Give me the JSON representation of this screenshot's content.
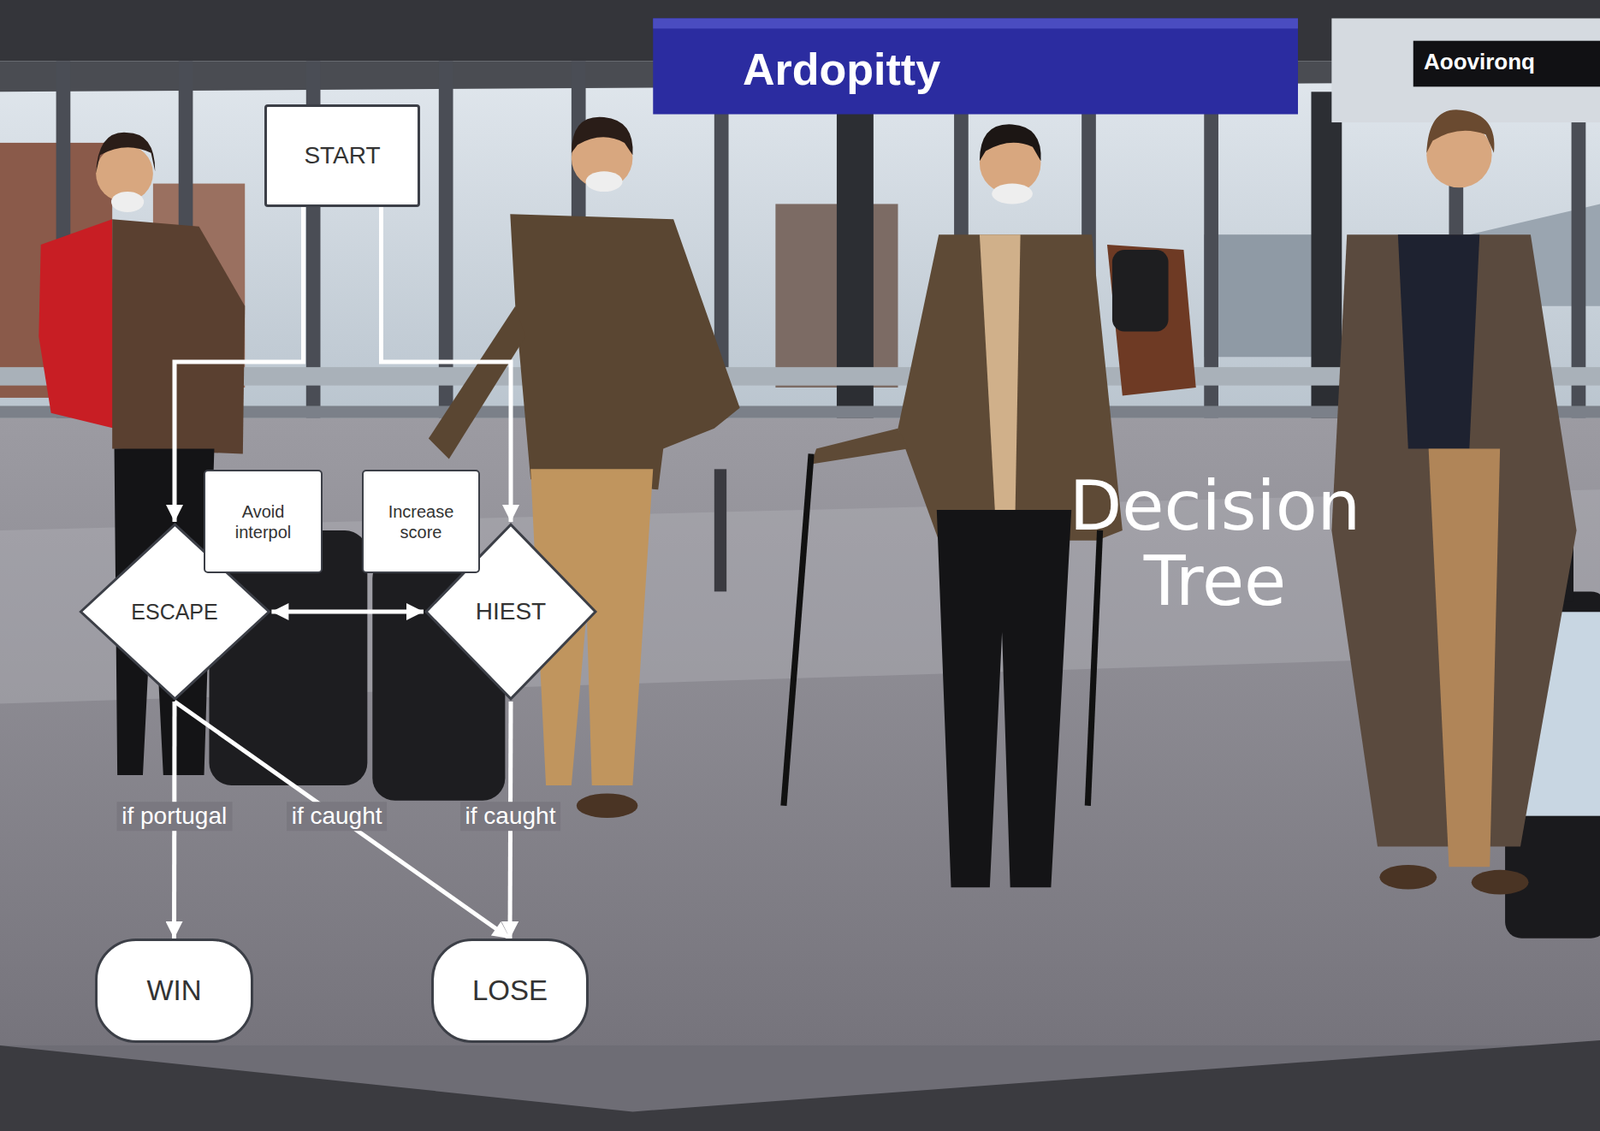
{
  "diagram": {
    "title": "Decision Tree",
    "nodes": [
      {
        "text": [
          "START"
        ]
      },
      {
        "text": [
          "Avoid interpol"
        ]
      },
      {
        "text": [
          "Increase score"
        ]
      },
      {
        "text": [
          "ESCAPE"
        ]
      },
      {
        "text": [
          "HIEST"
        ]
      },
      {
        "text": [
          "WIN"
        ]
      },
      {
        "text": [
          "LOSE"
        ]
      }
    ],
    "edges": [
      {
        "from": 0,
        "to": 3,
        "arrow": "to"
      },
      {
        "from": 0,
        "to": 4,
        "arrow": "to"
      },
      {
        "from": 3,
        "to": 4,
        "arrow": "both"
      },
      {
        "from": 3,
        "to": 5,
        "label": "if portugal",
        "arrow": "to"
      },
      {
        "from": 3,
        "to": 6,
        "label": "if caught",
        "arrow": "to"
      },
      {
        "from": 4,
        "to": 6,
        "label": "if caught",
        "arrow": "to"
      }
    ],
    "labels": [
      "Ardopitty",
      "Aoovironq"
    ]
  }
}
